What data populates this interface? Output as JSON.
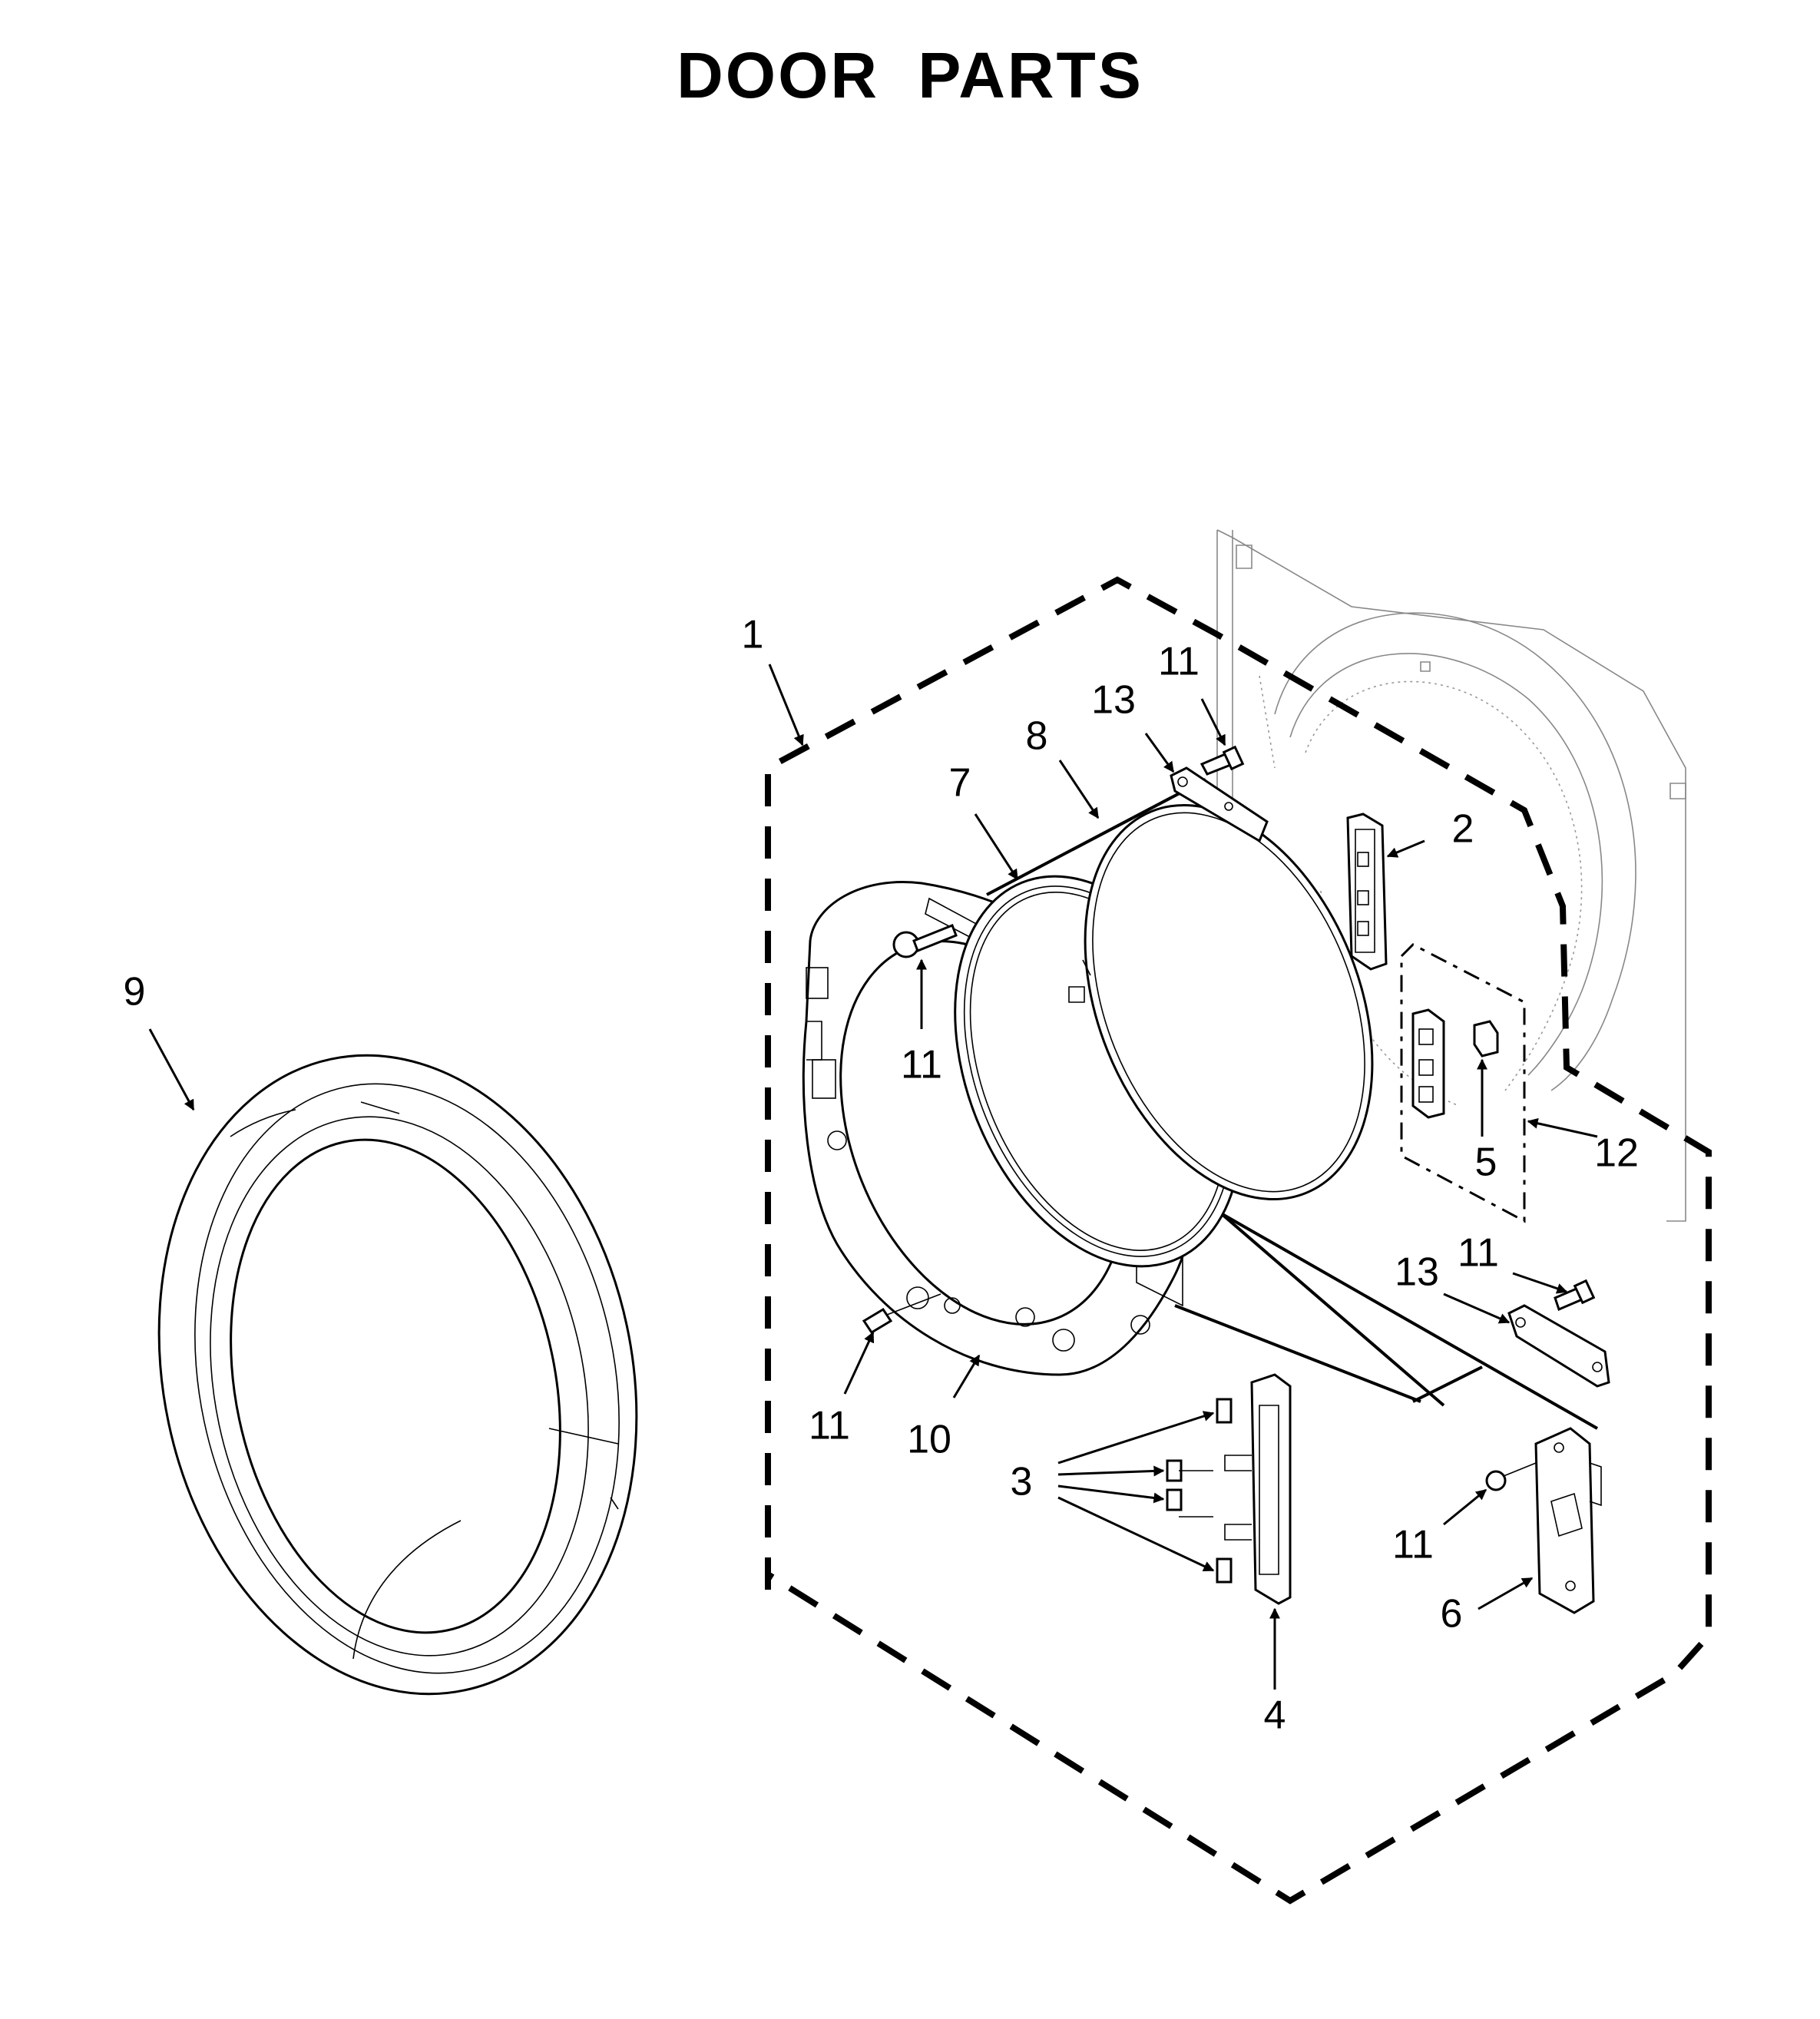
{
  "title": "DOOR PARTS",
  "callouts": [
    {
      "id": "c1",
      "label": "1"
    },
    {
      "id": "c2",
      "label": "2"
    },
    {
      "id": "c3",
      "label": "3"
    },
    {
      "id": "c4",
      "label": "4"
    },
    {
      "id": "c5",
      "label": "5"
    },
    {
      "id": "c6",
      "label": "6"
    },
    {
      "id": "c7",
      "label": "7"
    },
    {
      "id": "c8",
      "label": "8"
    },
    {
      "id": "c9",
      "label": "9"
    },
    {
      "id": "c10",
      "label": "10"
    },
    {
      "id": "c11a",
      "label": "11"
    },
    {
      "id": "c11b",
      "label": "11"
    },
    {
      "id": "c11c",
      "label": "11"
    },
    {
      "id": "c11d",
      "label": "11"
    },
    {
      "id": "c11e",
      "label": "11"
    },
    {
      "id": "c12",
      "label": "12"
    },
    {
      "id": "c13a",
      "label": "13"
    },
    {
      "id": "c13b",
      "label": "13"
    }
  ]
}
